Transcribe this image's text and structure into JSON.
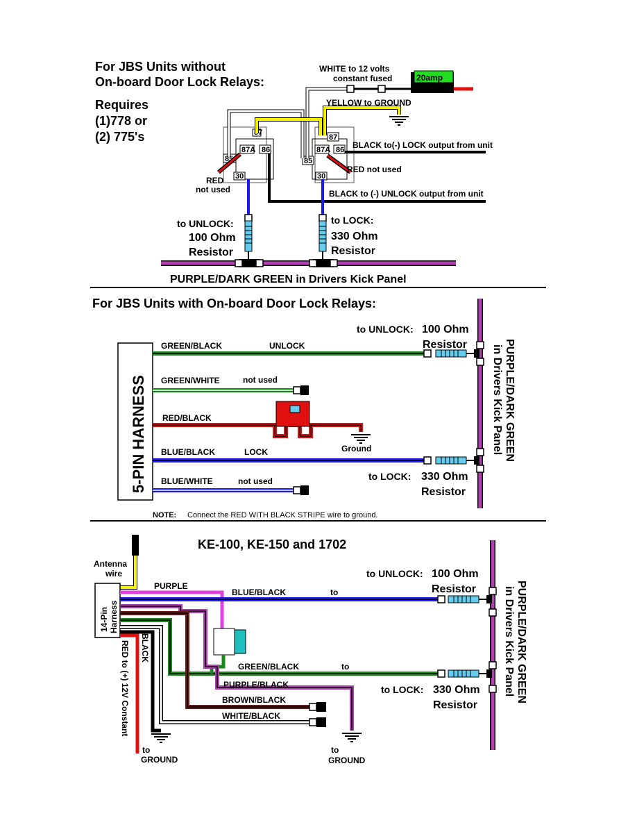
{
  "section1": {
    "title_line1": "For JBS Units without",
    "title_line2": "On-board Door Lock Relays:",
    "requires_line1": "Requires",
    "requires_line2": "(1)778 or",
    "requires_line3": "(2) 775's",
    "white_line1": "WHITE to 12 volts",
    "white_line2": "constant fused",
    "fuse": "20amp",
    "yellow": "YELLOW to GROUND",
    "black_lock": "BLACK to(-) LOCK output from unit",
    "red_not_used_right": "RED not used",
    "black_unlock": "BLACK to (-) UNLOCK output from unit",
    "red_left_line1": "RED",
    "red_left_line2": "not used",
    "unlock_line1": "to UNLOCK:",
    "unlock_line2": "100 Ohm",
    "unlock_line3": "Resistor",
    "lock_line1": "to LOCK:",
    "lock_line2": "330 Ohm",
    "lock_line3": "Resistor",
    "purple_caption": "PURPLE/DARK GREEN in Drivers Kick Panel",
    "pins": {
      "p87": "87",
      "p87a": "87A",
      "p86": "86",
      "p85": "85",
      "p30": "30"
    }
  },
  "section2": {
    "title": "For JBS Units with On-board Door Lock Relays:",
    "harness": "5-PIN HARNESS",
    "green_black": "GREEN/BLACK",
    "unlock": "UNLOCK",
    "green_white": "GREEN/WHITE",
    "not_used_1": "not used",
    "red_black": "RED/BLACK",
    "ground": "Ground",
    "blue_black": "BLUE/BLACK",
    "lock": "LOCK",
    "blue_white": "BLUE/WHITE",
    "not_used_2": "not used",
    "unlock_res_line1a": "to UNLOCK:",
    "unlock_res_line1b": "100 Ohm",
    "unlock_res_line2": "Resistor",
    "lock_res_line1a": "to LOCK:",
    "lock_res_line1b": "330 Ohm",
    "lock_res_line2": "Resistor",
    "vertical_line1": "PURPLE/DARK GREEN",
    "vertical_line2": "in Drivers Kick Panel",
    "note_label": "NOTE:",
    "note_text": "Connect the RED WITH BLACK STRIPE wire to ground."
  },
  "section3": {
    "title": "KE-100, KE-150 and 1702",
    "antenna_line1": "Antenna",
    "antenna_line2": "wire",
    "harness_line1": "14-Pin",
    "harness_line2": "Harness",
    "purple": "PURPLE",
    "blue_black": "BLUE/BLACK",
    "to_1": "to",
    "green_black": "GREEN/BLACK",
    "to_2": "to",
    "purple_black": "PURPLE/BLACK",
    "brown_black": "BROWN/BLACK",
    "white_black": "WHITE/BLACK",
    "black": "BLACK",
    "red_constant": "RED to (+) 12V Constant",
    "to_ground_1a": "to",
    "to_ground_1b": "GROUND",
    "to_ground_2a": "to",
    "to_ground_2b": "GROUND",
    "unlock_res_line1a": "to UNLOCK:",
    "unlock_res_line1b": "100 Ohm",
    "unlock_res_line2": "Resistor",
    "lock_res_line1a": "to LOCK:",
    "lock_res_line1b": "330 Ohm",
    "lock_res_line2": "Resistor",
    "vertical_line1": "PURPLE/DARK GREEN",
    "vertical_line2": "in Drivers Kick Panel"
  },
  "colors": {
    "purple": "#b040b0",
    "green": "#1a8a1a",
    "blue": "#1a1aee",
    "red": "#e01010",
    "yellow": "#f4f000",
    "brown": "#6a1a10",
    "fuse_green": "#22dd22",
    "resistor_blue": "#66ccee"
  }
}
